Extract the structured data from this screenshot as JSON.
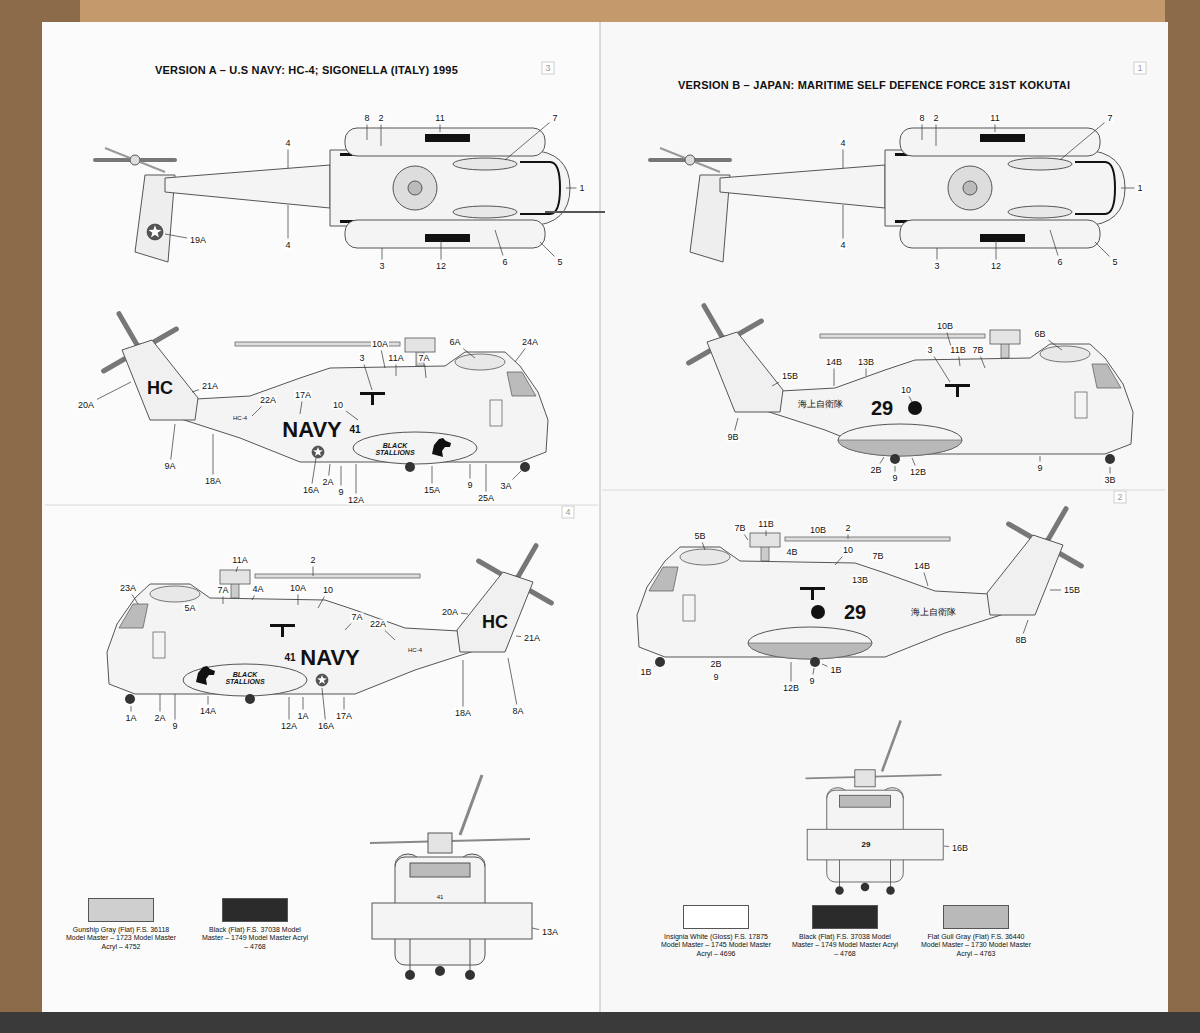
{
  "diagram": {
    "labels": [
      "3",
      "VERSION A – U.S NAVY: HC-4; SIGONELLA (ITALY) 1995",
      "1",
      "VERSION B – JAPAN: MARITIME SELF DEFENCE FORCE 31ST KOKUTAI",
      "8",
      "2",
      "11",
      "7",
      "1",
      "4",
      "4",
      "5",
      "6",
      "3",
      "12",
      "19A",
      "20A",
      "HC",
      "21A",
      "22A",
      "17A",
      "10",
      "3",
      "10A",
      "11A",
      "7A",
      "6A",
      "24A",
      "HC-4",
      "NAVY",
      "41",
      "BLACK STALLIONS",
      "9A",
      "18A",
      "16A",
      "2A",
      "9",
      "12A",
      "15A",
      "9",
      "25A",
      "3A",
      "4",
      "11A",
      "2",
      "4A",
      "10A",
      "10",
      "7A",
      "5A",
      "23A",
      "7A",
      "22A",
      "20A",
      "HC",
      "21A",
      "HC-4",
      "41",
      "NAVY",
      "BLACK STALLIONS",
      "1A",
      "2A",
      "9",
      "14A",
      "12A",
      "1A",
      "16A",
      "17A",
      "18A",
      "8A",
      "41",
      "13A",
      "8",
      "2",
      "11",
      "7",
      "1",
      "4",
      "4",
      "5",
      "6",
      "3",
      "12",
      "10B",
      "3",
      "11B",
      "7B",
      "6B",
      "14B",
      "13B",
      "15B",
      "10",
      "9B",
      "海上自衛隊",
      "29",
      "2B",
      "9",
      "12B",
      "9",
      "3B",
      "2",
      "11B",
      "2",
      "4B",
      "10B",
      "5B",
      "7B",
      "10",
      "7B",
      "13B",
      "14B",
      "15B",
      "29",
      "海上自衛隊",
      "8B",
      "1B",
      "2B",
      "9",
      "12B",
      "1B",
      "9",
      "29",
      "16B"
    ],
    "legend": [
      {
        "text": "Gunship Gray (Flat) F.S. 36118 Model Master – 1723 Model Master Acryl – 4752",
        "color": "#cfcfcf"
      },
      {
        "text": "Black (Flat) F.S. 37038 Model Master – 1749 Model Master Acryl – 4768",
        "color": "#2b2b2b"
      },
      {
        "text": "Insignia White (Gloss) F.S. 17875 Model Master – 1745 Model Master Acryl – 4696",
        "color": "#ffffff"
      },
      {
        "text": "Black (Flat) F.S. 37038 Model Master – 1749 Model Master Acryl – 4768",
        "color": "#2b2b2b"
      },
      {
        "text": "Flat Gull Gray (Flat) F.S. 36440 Model Master – 1730 Model Master Acryl – 4763",
        "color": "#b9b9b9"
      }
    ]
  }
}
